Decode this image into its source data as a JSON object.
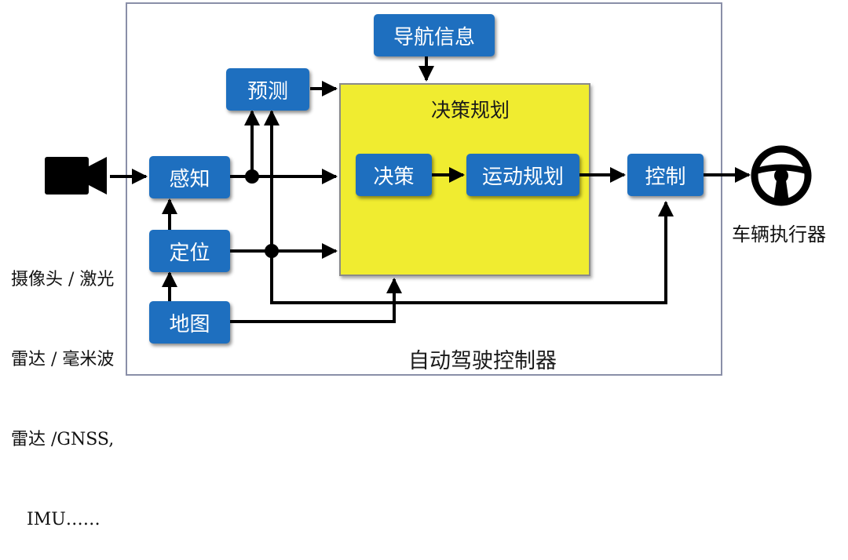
{
  "outer_label": "自动驾驶控制器",
  "plan_label": "决策规划",
  "boxes": {
    "nav": "导航信息",
    "predict": "预测",
    "perceive": "感知",
    "locate": "定位",
    "map": "地图",
    "decide": "决策",
    "motion": "运动规划",
    "control": "控制"
  },
  "sensor_lines": [
    "摄像头 / 激光",
    "雷达 / 毫米波",
    "雷达 /GNSS,",
    "IMU……"
  ],
  "actuator_label": "车辆执行器",
  "icons": {
    "sensor": "camera-icon",
    "actuator": "steering-wheel-icon"
  },
  "colors": {
    "box": "#1e6fbf",
    "plan": "#f0ec30",
    "border": "#8a8fa8"
  }
}
